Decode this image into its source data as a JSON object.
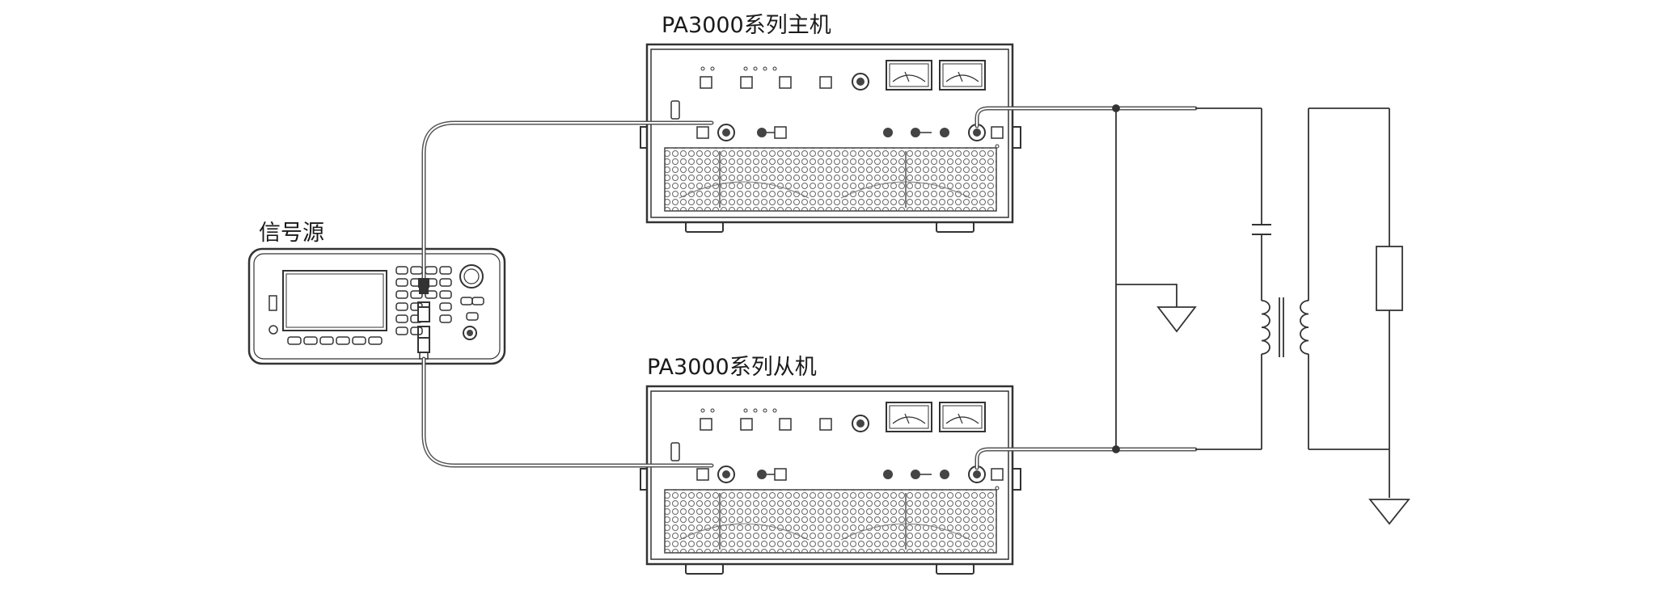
{
  "labels": {
    "master": "PA3000系列主机",
    "slave": "PA3000系列从机",
    "signal_source": "信号源"
  },
  "colors": {
    "line": "#333333",
    "cable": "#555555",
    "background": "#ffffff"
  },
  "icons": {
    "amplifier": "amplifier-chassis",
    "generator": "signal-generator",
    "ground": "ground-symbol",
    "capacitor": "capacitor-symbol",
    "transformer": "transformer-symbol",
    "resistor": "resistor-symbol"
  }
}
